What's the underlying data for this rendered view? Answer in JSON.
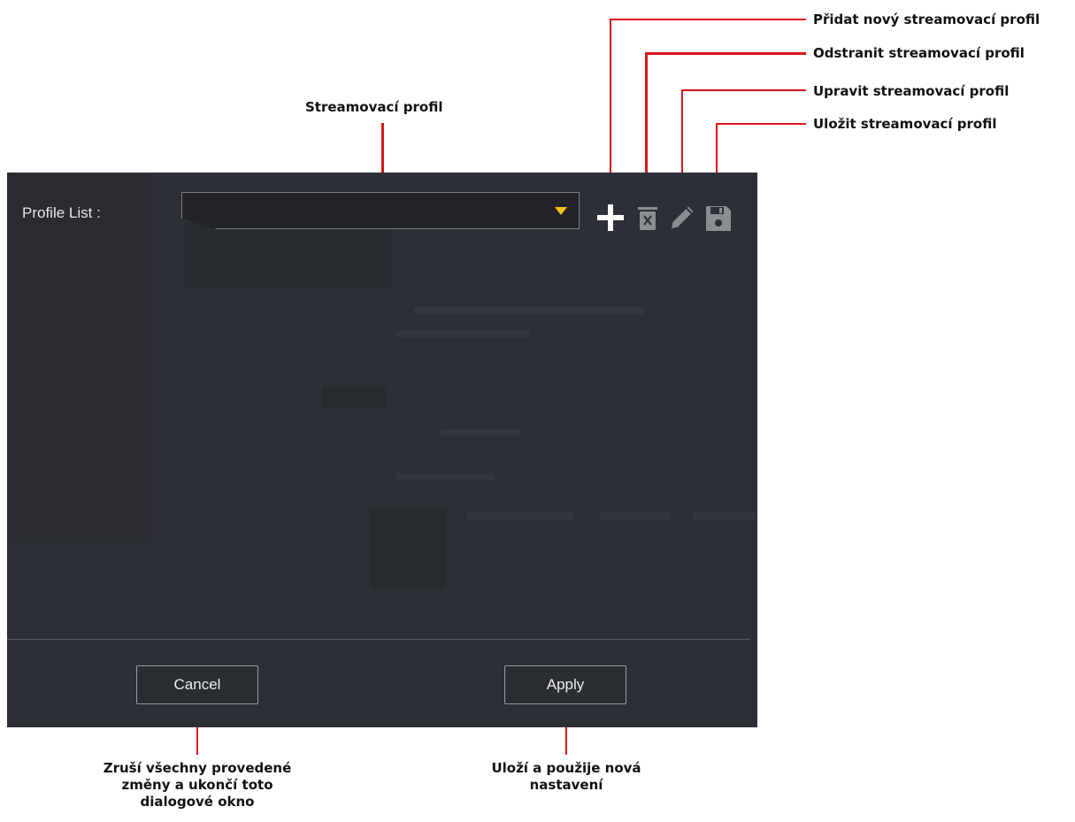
{
  "callouts": {
    "add_profile": "Přidat nový streamovací profil",
    "delete_profile": "Odstranit streamovací profil",
    "edit_profile": "Upravit streamovací profil",
    "save_profile": "Uložit streamovací profil",
    "streaming_profile": "Streamovací profil",
    "cancel_note": [
      "Zruší všechny provedené",
      "změny a ukončí toto",
      "dialogové okno"
    ],
    "apply_note": [
      "Uloží a použije nová",
      "nastavení"
    ]
  },
  "dialog": {
    "profile_list_label": "Profile List :",
    "profile_select": {
      "value": ""
    },
    "toolbar": {
      "add_icon": "plus-icon",
      "delete_icon": "trash-icon",
      "edit_icon": "pencil-icon",
      "save_icon": "floppy-disk-icon"
    },
    "cancel_label": "Cancel",
    "apply_label": "Apply"
  },
  "colors": {
    "dialog_bg": "#2c2f35",
    "callout_line": "#d7151b",
    "caret": "#f2c418"
  }
}
